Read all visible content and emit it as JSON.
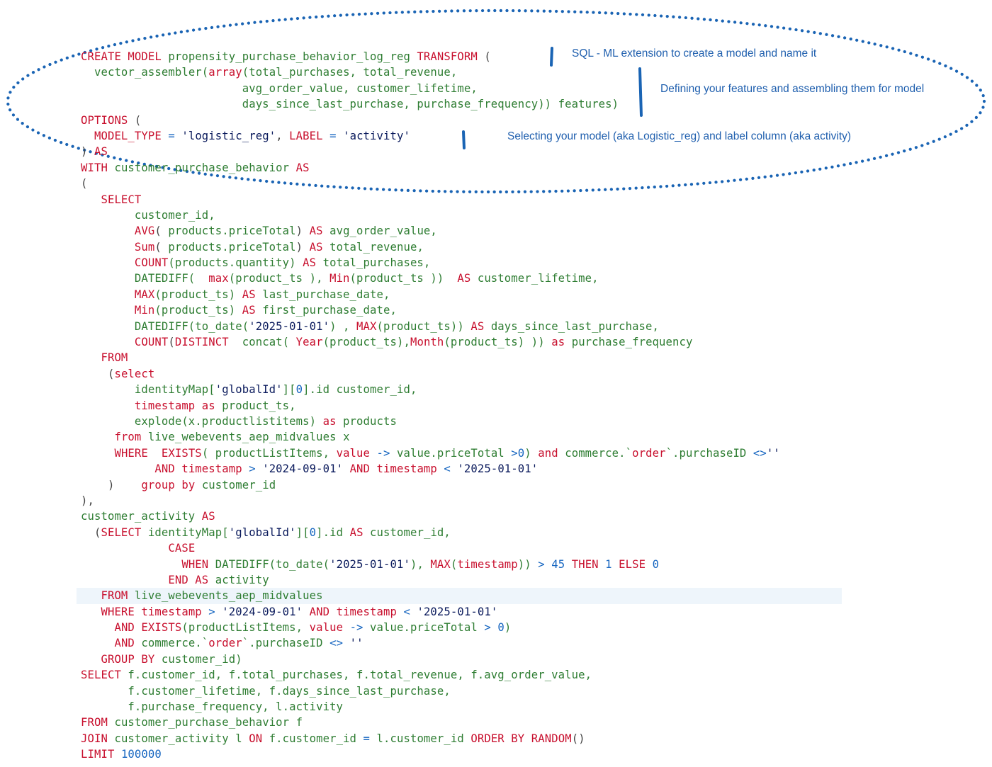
{
  "annotations": [
    {
      "text": "SQL - ML extension to create a model and name it"
    },
    {
      "text": "Defining your features and assembling them for model"
    },
    {
      "text": "Selecting your model (aka Logistic_reg) and label column (aka activity)"
    }
  ],
  "colors": {
    "keyword": "#c8102e",
    "identifier": "#2e7d32",
    "string": "#0a1a5c",
    "number_operator": "#1565c0",
    "annotation": "#1f5fae",
    "highlight_line": "#eef5fb"
  },
  "code_lines": [
    {
      "hl": false,
      "t": [
        [
          "k",
          "CREATE MODEL "
        ],
        [
          "i",
          "propensity_purchase_behavior_log_reg "
        ],
        [
          "k",
          "TRANSFORM "
        ],
        [
          "p",
          "("
        ]
      ]
    },
    {
      "hl": false,
      "t": [
        [
          "p",
          "  "
        ],
        [
          "i",
          "vector_assembler("
        ],
        [
          "k",
          "array"
        ],
        [
          "i",
          "(total_purchases, total_revenue,"
        ]
      ]
    },
    {
      "hl": false,
      "t": [
        [
          "i",
          "                        avg_order_value, customer_lifetime,"
        ]
      ]
    },
    {
      "hl": false,
      "t": [
        [
          "i",
          "                        days_since_last_purchase, purchase_frequency)) features)"
        ]
      ]
    },
    {
      "hl": false,
      "t": [
        [
          "k",
          "OPTIONS "
        ],
        [
          "p",
          "("
        ]
      ]
    },
    {
      "hl": false,
      "t": [
        [
          "p",
          "  "
        ],
        [
          "k",
          "MODEL_TYPE "
        ],
        [
          "o",
          "= "
        ],
        [
          "s",
          "'logistic_reg'"
        ],
        [
          "p",
          ", "
        ],
        [
          "k",
          "LABEL "
        ],
        [
          "o",
          "= "
        ],
        [
          "s",
          "'activity'"
        ]
      ]
    },
    {
      "hl": false,
      "t": [
        [
          "p",
          ") "
        ],
        [
          "k",
          "AS"
        ]
      ]
    },
    {
      "hl": false,
      "t": [
        [
          "k",
          "WITH "
        ],
        [
          "i",
          "customer_purchase_behavior "
        ],
        [
          "k",
          "AS"
        ]
      ]
    },
    {
      "hl": false,
      "t": [
        [
          "p",
          "("
        ]
      ]
    },
    {
      "hl": false,
      "t": [
        [
          "p",
          "   "
        ],
        [
          "k",
          "SELECT"
        ]
      ]
    },
    {
      "hl": false,
      "t": [
        [
          "i",
          "        customer_id,"
        ]
      ]
    },
    {
      "hl": false,
      "t": [
        [
          "p",
          "        "
        ],
        [
          "f",
          "AVG"
        ],
        [
          "p",
          "( "
        ],
        [
          "i",
          "products.priceTotal"
        ],
        [
          "p",
          ") "
        ],
        [
          "k",
          "AS "
        ],
        [
          "i",
          "avg_order_value,"
        ]
      ]
    },
    {
      "hl": false,
      "t": [
        [
          "p",
          "        "
        ],
        [
          "f",
          "Sum"
        ],
        [
          "p",
          "( "
        ],
        [
          "i",
          "products.priceTotal"
        ],
        [
          "p",
          ") "
        ],
        [
          "k",
          "AS "
        ],
        [
          "i",
          "total_revenue,"
        ]
      ]
    },
    {
      "hl": false,
      "t": [
        [
          "p",
          "        "
        ],
        [
          "f",
          "COUNT"
        ],
        [
          "i",
          "(products.quantity) "
        ],
        [
          "k",
          "AS "
        ],
        [
          "i",
          "total_purchases,"
        ]
      ]
    },
    {
      "hl": false,
      "t": [
        [
          "p",
          "        "
        ],
        [
          "i",
          "DATEDIFF(  "
        ],
        [
          "f",
          "max"
        ],
        [
          "i",
          "(product_ts ), "
        ],
        [
          "f",
          "Min"
        ],
        [
          "i",
          "(product_ts ))  "
        ],
        [
          "k",
          "AS "
        ],
        [
          "i",
          "customer_lifetime,"
        ]
      ]
    },
    {
      "hl": false,
      "t": [
        [
          "p",
          "        "
        ],
        [
          "f",
          "MAX"
        ],
        [
          "i",
          "(product_ts) "
        ],
        [
          "k",
          "AS "
        ],
        [
          "i",
          "last_purchase_date,"
        ]
      ]
    },
    {
      "hl": false,
      "t": [
        [
          "p",
          "        "
        ],
        [
          "f",
          "Min"
        ],
        [
          "i",
          "(product_ts) "
        ],
        [
          "k",
          "AS "
        ],
        [
          "i",
          "first_purchase_date,"
        ]
      ]
    },
    {
      "hl": false,
      "t": [
        [
          "p",
          "        "
        ],
        [
          "i",
          "DATEDIFF(to_date("
        ],
        [
          "s",
          "'2025-01-01'"
        ],
        [
          "i",
          ") , "
        ],
        [
          "f",
          "MAX"
        ],
        [
          "i",
          "(product_ts)) "
        ],
        [
          "k",
          "AS "
        ],
        [
          "i",
          "days_since_last_purchase,"
        ]
      ]
    },
    {
      "hl": false,
      "t": [
        [
          "p",
          "        "
        ],
        [
          "f",
          "COUNT"
        ],
        [
          "p",
          "("
        ],
        [
          "k",
          "DISTINCT  "
        ],
        [
          "i",
          "concat( "
        ],
        [
          "f",
          "Year"
        ],
        [
          "i",
          "(product_ts),"
        ],
        [
          "f",
          "Month"
        ],
        [
          "i",
          "(product_ts) )) "
        ],
        [
          "k",
          "as "
        ],
        [
          "i",
          "purchase_frequency"
        ]
      ]
    },
    {
      "hl": false,
      "t": [
        [
          "p",
          "   "
        ],
        [
          "k",
          "FROM"
        ]
      ]
    },
    {
      "hl": false,
      "t": [
        [
          "p",
          "    ("
        ],
        [
          "k",
          "select"
        ]
      ]
    },
    {
      "hl": false,
      "t": [
        [
          "i",
          "        identityMap["
        ],
        [
          "s",
          "'globalId'"
        ],
        [
          "i",
          "]["
        ],
        [
          "n",
          "0"
        ],
        [
          "i",
          "].id customer_id,"
        ]
      ]
    },
    {
      "hl": false,
      "t": [
        [
          "p",
          "        "
        ],
        [
          "k",
          "timestamp "
        ],
        [
          "k",
          "as "
        ],
        [
          "i",
          "product_ts,"
        ]
      ]
    },
    {
      "hl": false,
      "t": [
        [
          "i",
          "        explode(x.productlistitems) "
        ],
        [
          "k",
          "as "
        ],
        [
          "i",
          "products"
        ]
      ]
    },
    {
      "hl": false,
      "t": [
        [
          "p",
          "     "
        ],
        [
          "k",
          "from "
        ],
        [
          "i",
          "live_webevents_aep_midvalues x"
        ]
      ]
    },
    {
      "hl": false,
      "t": [
        [
          "p",
          "     "
        ],
        [
          "k",
          "WHERE  EXISTS"
        ],
        [
          "i",
          "( productListItems, "
        ],
        [
          "k",
          "value "
        ],
        [
          "o",
          "-> "
        ],
        [
          "i",
          "value.priceTotal "
        ],
        [
          "o",
          ">0"
        ],
        [
          "i",
          ") "
        ],
        [
          "k",
          "and "
        ],
        [
          "i",
          "commerce.`"
        ],
        [
          "k",
          "order"
        ],
        [
          "i",
          "`.purchaseID "
        ],
        [
          "o",
          "<>"
        ],
        [
          "s",
          "''"
        ]
      ]
    },
    {
      "hl": false,
      "t": [
        [
          "p",
          "           "
        ],
        [
          "k",
          "AND timestamp "
        ],
        [
          "o",
          "> "
        ],
        [
          "s",
          "'2024-09-01' "
        ],
        [
          "k",
          "AND timestamp "
        ],
        [
          "o",
          "< "
        ],
        [
          "s",
          "'2025-01-01'"
        ]
      ]
    },
    {
      "hl": false,
      "t": [
        [
          "p",
          "    )    "
        ],
        [
          "k",
          "group by "
        ],
        [
          "i",
          "customer_id"
        ]
      ]
    },
    {
      "hl": false,
      "t": [
        [
          "p",
          "),"
        ]
      ]
    },
    {
      "hl": false,
      "t": [
        [
          "i",
          "customer_activity "
        ],
        [
          "k",
          "AS"
        ]
      ]
    },
    {
      "hl": false,
      "t": [
        [
          "p",
          "  ("
        ],
        [
          "k",
          "SELECT "
        ],
        [
          "i",
          "identityMap["
        ],
        [
          "s",
          "'globalId'"
        ],
        [
          "i",
          "]["
        ],
        [
          "n",
          "0"
        ],
        [
          "i",
          "].id "
        ],
        [
          "k",
          "AS "
        ],
        [
          "i",
          "customer_id,"
        ]
      ]
    },
    {
      "hl": false,
      "t": [
        [
          "p",
          "             "
        ],
        [
          "k",
          "CASE"
        ]
      ]
    },
    {
      "hl": false,
      "t": [
        [
          "p",
          "               "
        ],
        [
          "k",
          "WHEN "
        ],
        [
          "i",
          "DATEDIFF(to_date("
        ],
        [
          "s",
          "'2025-01-01'"
        ],
        [
          "i",
          "), "
        ],
        [
          "f",
          "MAX"
        ],
        [
          "i",
          "("
        ],
        [
          "k",
          "timestamp"
        ],
        [
          "i",
          ")) "
        ],
        [
          "o",
          "> "
        ],
        [
          "n",
          "45 "
        ],
        [
          "k",
          "THEN "
        ],
        [
          "n",
          "1 "
        ],
        [
          "k",
          "ELSE "
        ],
        [
          "n",
          "0"
        ]
      ]
    },
    {
      "hl": false,
      "t": [
        [
          "p",
          "             "
        ],
        [
          "k",
          "END AS "
        ],
        [
          "i",
          "activity"
        ]
      ]
    },
    {
      "hl": true,
      "t": [
        [
          "p",
          "   "
        ],
        [
          "k",
          "FROM "
        ],
        [
          "i",
          "live_webevents_aep_midvalues"
        ]
      ]
    },
    {
      "hl": false,
      "t": [
        [
          "p",
          "   "
        ],
        [
          "k",
          "WHERE timestamp "
        ],
        [
          "o",
          "> "
        ],
        [
          "s",
          "'2024-09-01' "
        ],
        [
          "k",
          "AND timestamp "
        ],
        [
          "o",
          "< "
        ],
        [
          "s",
          "'2025-01-01'"
        ]
      ]
    },
    {
      "hl": false,
      "t": [
        [
          "p",
          "     "
        ],
        [
          "k",
          "AND EXISTS"
        ],
        [
          "i",
          "(productListItems, "
        ],
        [
          "k",
          "value "
        ],
        [
          "o",
          "-> "
        ],
        [
          "i",
          "value.priceTotal "
        ],
        [
          "o",
          "> "
        ],
        [
          "n",
          "0"
        ],
        [
          "i",
          ")"
        ]
      ]
    },
    {
      "hl": false,
      "t": [
        [
          "p",
          "     "
        ],
        [
          "k",
          "AND "
        ],
        [
          "i",
          "commerce.`"
        ],
        [
          "k",
          "order"
        ],
        [
          "i",
          "`.purchaseID "
        ],
        [
          "o",
          "<> "
        ],
        [
          "s",
          "''"
        ]
      ]
    },
    {
      "hl": false,
      "t": [
        [
          "p",
          "   "
        ],
        [
          "k",
          "GROUP BY "
        ],
        [
          "i",
          "customer_id)"
        ]
      ]
    },
    {
      "hl": false,
      "t": [
        [
          "k",
          "SELECT "
        ],
        [
          "i",
          "f.customer_id, f.total_purchases, f.total_revenue, f.avg_order_value,"
        ]
      ]
    },
    {
      "hl": false,
      "t": [
        [
          "i",
          "       f.customer_lifetime, f.days_since_last_purchase,"
        ]
      ]
    },
    {
      "hl": false,
      "t": [
        [
          "i",
          "       f.purchase_frequency, l.activity"
        ]
      ]
    },
    {
      "hl": false,
      "t": [
        [
          "k",
          "FROM "
        ],
        [
          "i",
          "customer_purchase_behavior f"
        ]
      ]
    },
    {
      "hl": false,
      "t": [
        [
          "k",
          "JOIN "
        ],
        [
          "i",
          "customer_activity l "
        ],
        [
          "k",
          "ON "
        ],
        [
          "i",
          "f.customer_id "
        ],
        [
          "o",
          "= "
        ],
        [
          "i",
          "l.customer_id "
        ],
        [
          "k",
          "ORDER BY "
        ],
        [
          "f",
          "RANDOM"
        ],
        [
          "p",
          "()"
        ]
      ]
    },
    {
      "hl": false,
      "t": [
        [
          "k",
          "LIMIT "
        ],
        [
          "n",
          "100000"
        ]
      ]
    }
  ]
}
